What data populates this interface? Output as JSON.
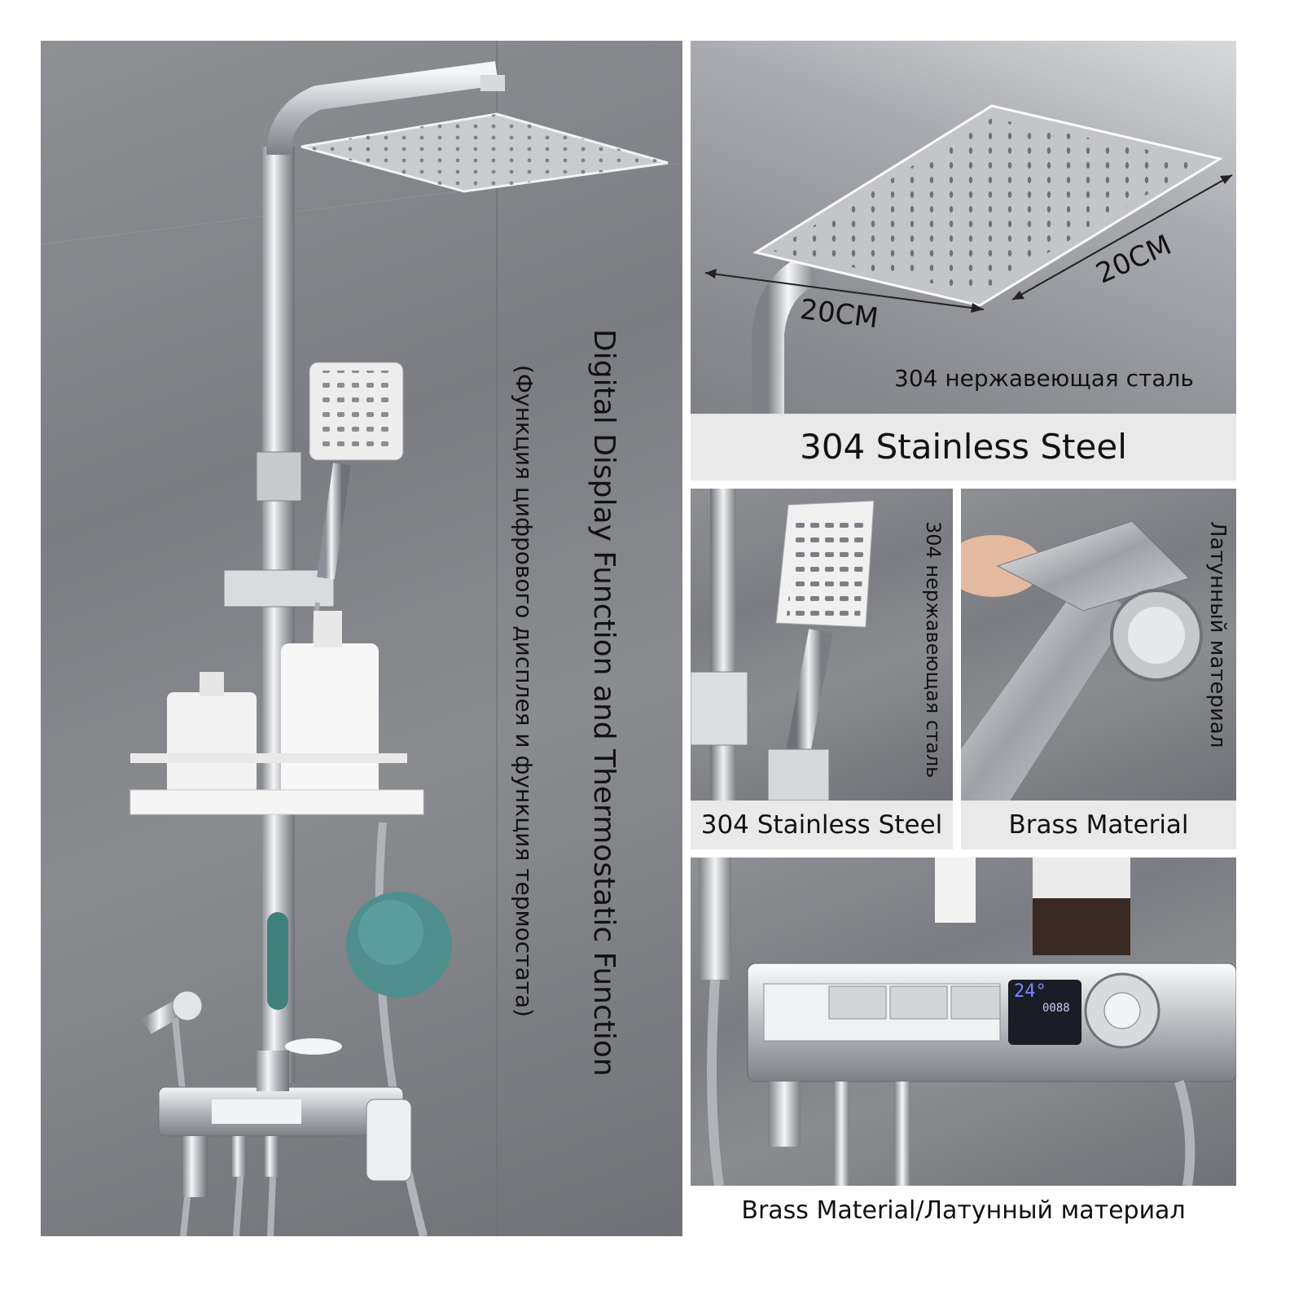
{
  "main_panel": {
    "feature_en": "Digital Display Function and Thermostatic Function",
    "feature_ru": "(Функция цифрового дисплея и функция термостата)"
  },
  "top_right": {
    "dim_1": "20CM",
    "dim_2": "20CM",
    "material_ru": "304 нержавеющая сталь",
    "caption": "304 Stainless Steel"
  },
  "mid_left": {
    "side_ru": "304 нержавеющая сталь",
    "caption": "304 Stainless Steel"
  },
  "mid_right": {
    "side_ru": "Латунный материал",
    "caption": "Brass Material"
  },
  "bottom_right": {
    "caption": "Brass Material/Латунный материал",
    "display_temp": "24°",
    "display_flow": "0088"
  },
  "colors": {
    "wall": "#7f8186",
    "chrome": "#d8dadd",
    "sponge": "#4f8f8e",
    "display": "#1a1c26",
    "display_glow": "#7d86ff"
  }
}
